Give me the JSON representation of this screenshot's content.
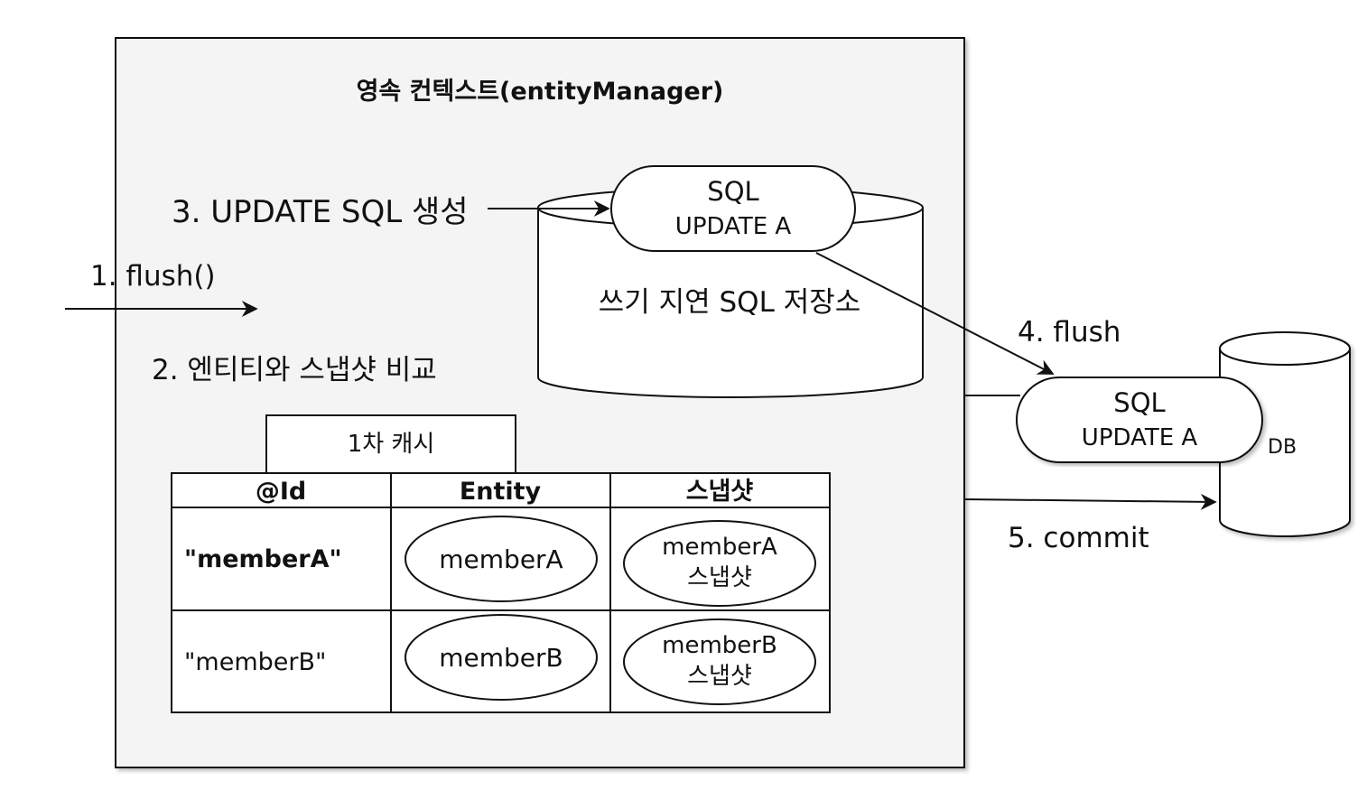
{
  "context": {
    "title": "영속 컨텍스트(entityManager)"
  },
  "steps": {
    "flush_call": "1. flush()",
    "compare": "2. 엔티티와 스냅샷 비교",
    "generate": "3. UPDATE SQL 생성",
    "flush": "4. flush",
    "commit": "5. commit"
  },
  "sql_store": {
    "label": "쓰기 지연 SQL 저장소",
    "sql_title": "SQL",
    "sql_statement": "UPDATE A"
  },
  "db": {
    "label": "DB",
    "sql_title": "SQL",
    "sql_statement": "UPDATE A"
  },
  "cache": {
    "title": "1차 캐시",
    "headers": [
      "@Id",
      "Entity",
      "스냅샷"
    ],
    "rows": [
      {
        "id": "\"memberA\"",
        "entity": "memberA",
        "snapshot_name": "memberA",
        "snapshot_suffix": "스냅샷"
      },
      {
        "id": "\"memberB\"",
        "entity": "memberB",
        "snapshot_name": "memberB",
        "snapshot_suffix": "스냅샷"
      }
    ]
  }
}
